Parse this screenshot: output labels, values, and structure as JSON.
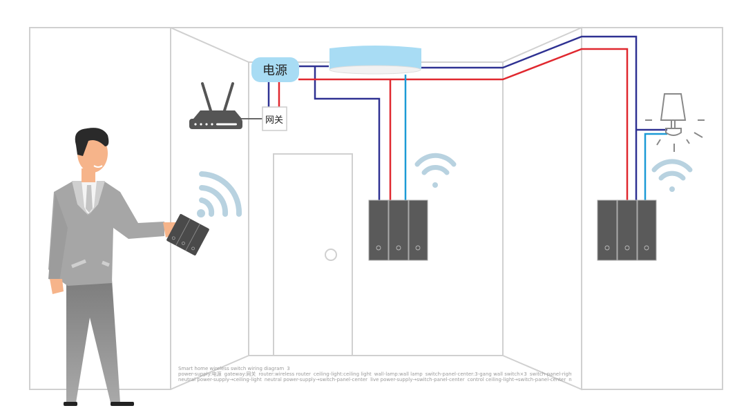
{
  "diagram": {
    "title": "Smart home wireless switch wiring diagram",
    "labels": {
      "power_supply": "电源",
      "gateway": "网关"
    },
    "colors": {
      "wall_line": "#d0d0d0",
      "neutral_wire": "#2e3192",
      "live_wire": "#e0282f",
      "control_wire": "#1b9ad6",
      "power_box_fill": "#a8dcf4",
      "ceiling_light_fill": "#a8dcf4",
      "switch_panel": "#5a5a5a",
      "wifi_signal": "#b8d2e0",
      "router": "#555555",
      "lamp_outline": "#888888",
      "suit": "#a6a6a6",
      "skin": "#f6b48a",
      "hair": "#2a2a2a"
    },
    "components": [
      {
        "id": "power-supply",
        "name": "电源"
      },
      {
        "id": "gateway",
        "name": "网关"
      },
      {
        "id": "router",
        "name": "wireless router"
      },
      {
        "id": "ceiling-light",
        "name": "ceiling light"
      },
      {
        "id": "wall-lamp",
        "name": "wall lamp"
      },
      {
        "id": "switch-panel-center",
        "name": "3-gang wall switch",
        "gangs": 3
      },
      {
        "id": "switch-panel-right",
        "name": "3-gang wall switch",
        "gangs": 3
      },
      {
        "id": "handheld-remote",
        "name": "handheld wireless switch",
        "gangs": 3
      },
      {
        "id": "door",
        "name": "door"
      },
      {
        "id": "person",
        "name": "person holding remote"
      }
    ],
    "wires": [
      {
        "type": "neutral",
        "from": "power-supply",
        "to": "ceiling-light"
      },
      {
        "type": "neutral",
        "from": "power-supply",
        "to": "switch-panel-center"
      },
      {
        "type": "live",
        "from": "power-supply",
        "to": "switch-panel-center"
      },
      {
        "type": "control",
        "from": "ceiling-light",
        "to": "switch-panel-center"
      },
      {
        "type": "neutral",
        "from": "power-supply",
        "to": "wall-lamp"
      },
      {
        "type": "live",
        "from": "power-supply",
        "to": "switch-panel-right"
      },
      {
        "type": "control",
        "from": "wall-lamp",
        "to": "switch-panel-right"
      },
      {
        "type": "neutral",
        "from": "power-supply",
        "to": "gateway"
      },
      {
        "type": "live",
        "from": "power-supply",
        "to": "gateway"
      }
    ],
    "wifi_signals": 3
  }
}
